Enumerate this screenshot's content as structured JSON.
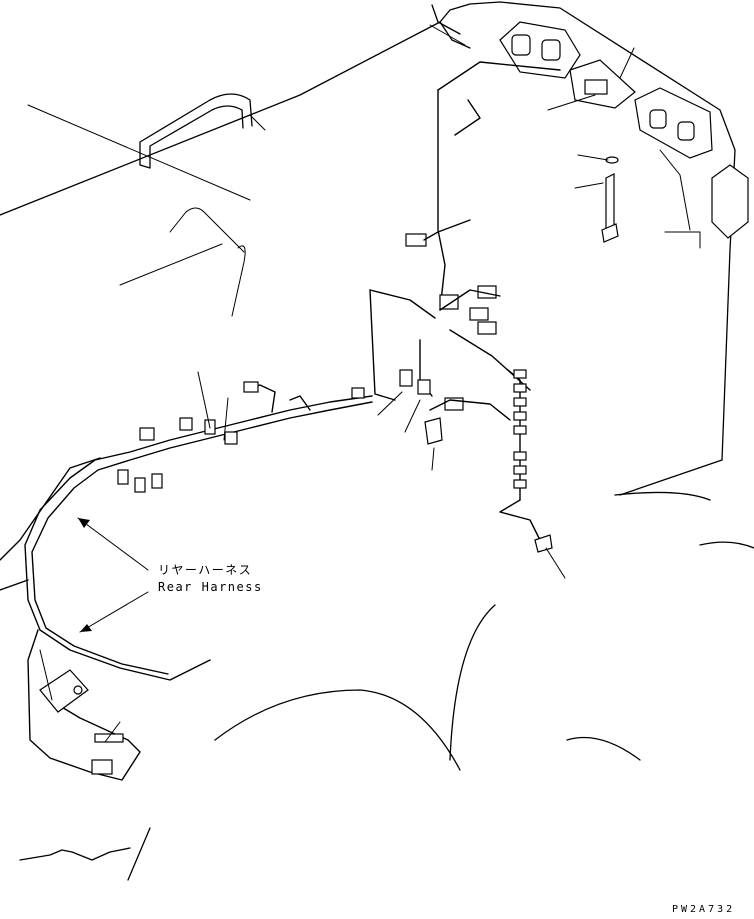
{
  "callout": {
    "japanese": "リヤーハーネス",
    "english": "Rear Harness"
  },
  "drawing_code": "PW2A732"
}
